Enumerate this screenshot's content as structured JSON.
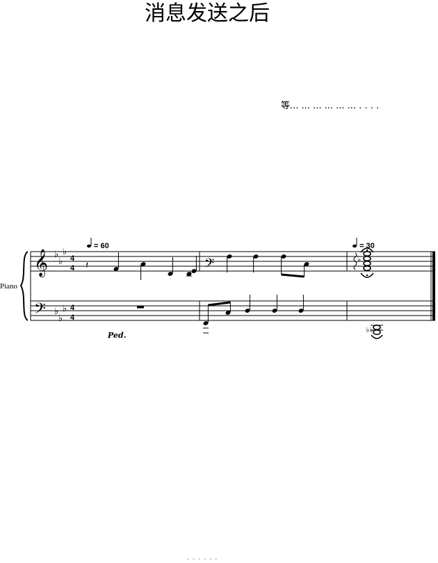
{
  "title": "消息发送之后",
  "subtitle": "等... ... ... ... ... ... . . . .",
  "instrument": "Piano",
  "tempo_marks": [
    "= 60",
    "= 30"
  ],
  "time_signature": {
    "numerator": "4",
    "denominator": "4"
  },
  "key_signature": "E♭ major (3 flats)",
  "pedal_mark": "Ped.",
  "footer": "。。。。。。",
  "measures": 3,
  "colors": {
    "ink": "#000000",
    "paper": "#ffffff"
  }
}
